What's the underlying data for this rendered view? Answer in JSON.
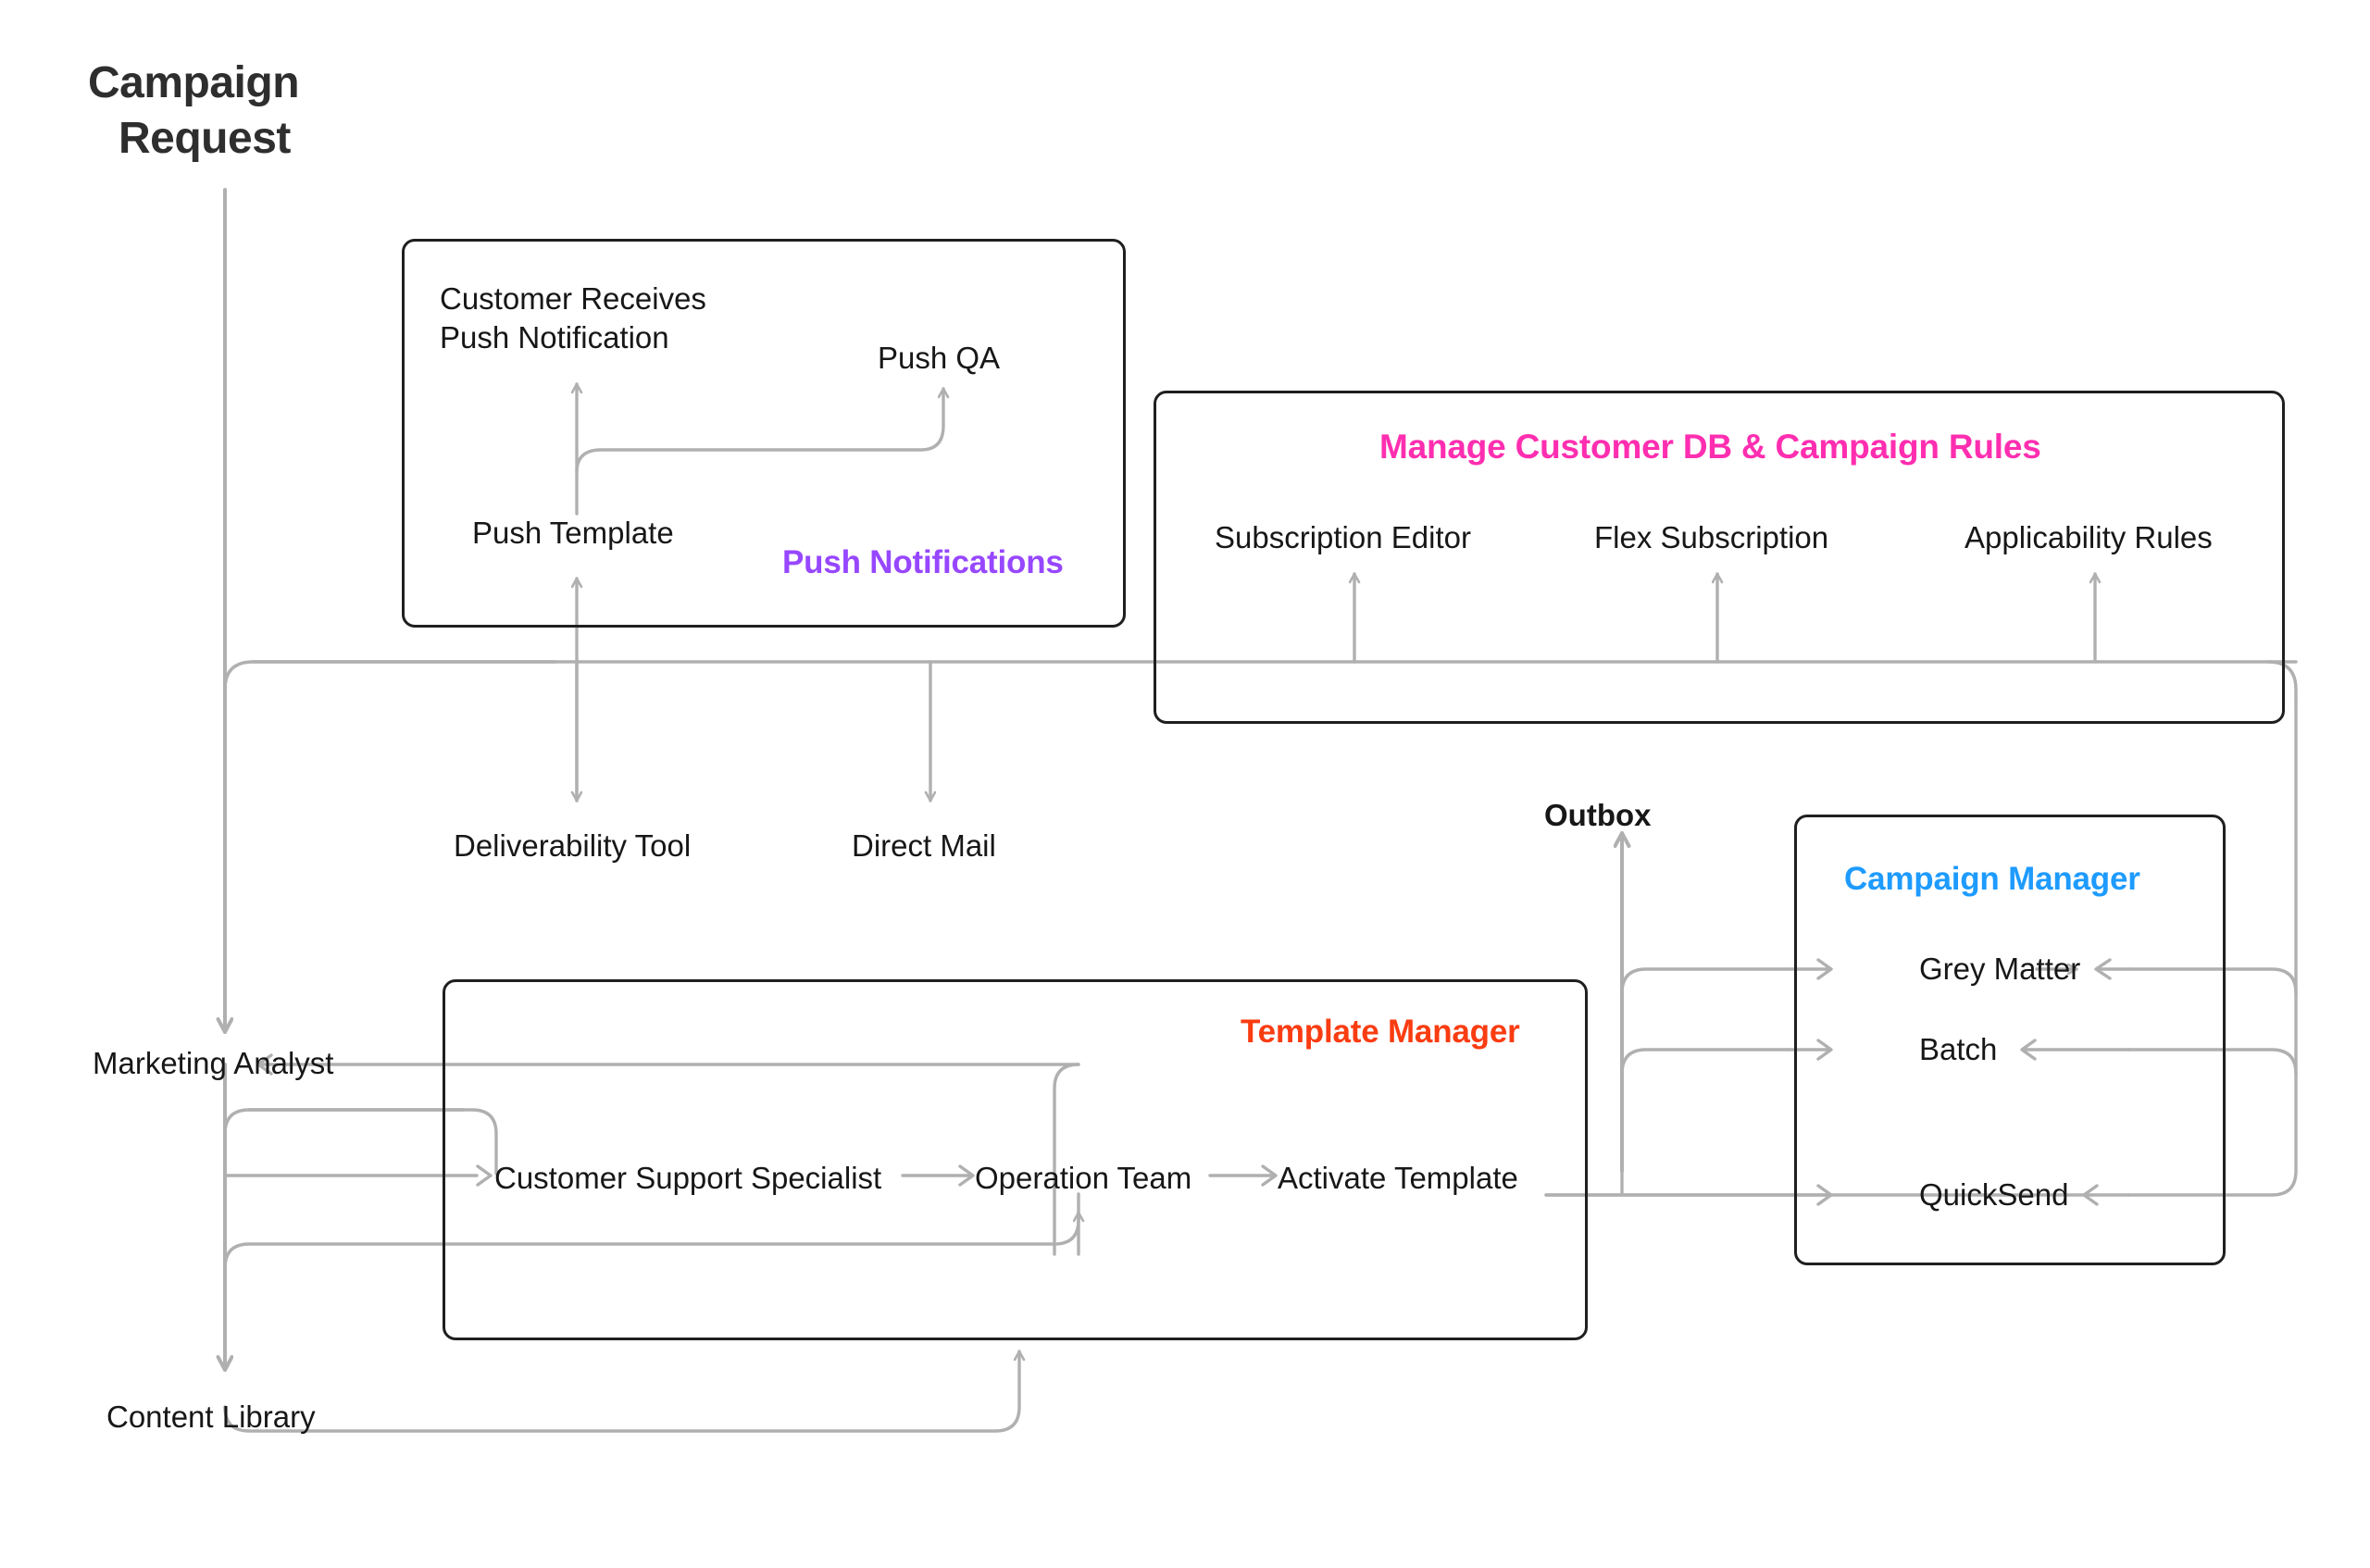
{
  "title": {
    "line1": "Campaign",
    "line2": "Request"
  },
  "colors": {
    "push_notifications": "#9747ff",
    "manage_customer_db": "#ff2eb0",
    "template_manager": "#fa3c11",
    "campaign_manager": "#1e9bff",
    "node_text": "#171717",
    "wire": "#b0b0b0",
    "group_border": "#1f1f1f",
    "title_text": "#2e2e2e",
    "background": "#ffffff"
  },
  "groups": [
    {
      "id": "push-notifications",
      "title": "Push Notifications",
      "title_color": "#9747ff",
      "nodes": [
        {
          "id": "customer-receives-push-notification",
          "label_line1": "Customer Receives",
          "label_line2": "Push Notification"
        },
        {
          "id": "push-qa",
          "label": "Push QA"
        },
        {
          "id": "push-template",
          "label": "Push Template"
        }
      ]
    },
    {
      "id": "manage-customer-db",
      "title": "Manage Customer DB & Campaign Rules",
      "title_color": "#ff2eb0",
      "nodes": [
        {
          "id": "subscription-editor",
          "label": "Subscription Editor"
        },
        {
          "id": "flex-subscription",
          "label": "Flex Subscription"
        },
        {
          "id": "applicability-rules",
          "label": "Applicability Rules"
        }
      ]
    },
    {
      "id": "template-manager",
      "title": "Template Manager",
      "title_color": "#fa3c11",
      "nodes": [
        {
          "id": "customer-support-specialist",
          "label": "Customer Support Specialist"
        },
        {
          "id": "operation-team",
          "label": "Operation Team"
        },
        {
          "id": "activate-template",
          "label": "Activate Template"
        }
      ]
    },
    {
      "id": "campaign-manager",
      "title": "Campaign Manager",
      "title_color": "#1e9bff",
      "nodes": [
        {
          "id": "grey-matter",
          "label": "Grey Matter"
        },
        {
          "id": "batch",
          "label": "Batch"
        },
        {
          "id": "quicksend",
          "label": "QuickSend"
        }
      ]
    }
  ],
  "standalone_nodes": [
    {
      "id": "deliverability-tool",
      "label": "Deliverability Tool"
    },
    {
      "id": "direct-mail",
      "label": "Direct Mail"
    },
    {
      "id": "marketing-analyst",
      "label": "Marketing Analyst"
    },
    {
      "id": "content-library",
      "label": "Content Library"
    },
    {
      "id": "outbox",
      "label": "Outbox",
      "bold": true
    }
  ],
  "chart_data": {
    "type": "diagram",
    "title": "Campaign Request",
    "nodes": [
      "Campaign Request",
      "Customer Receives Push Notification",
      "Push QA",
      "Push Template",
      "Subscription Editor",
      "Flex Subscription",
      "Applicability Rules",
      "Deliverability Tool",
      "Direct Mail",
      "Marketing Analyst",
      "Content Library",
      "Customer Support Specialist",
      "Operation Team",
      "Activate Template",
      "Outbox",
      "Grey Matter",
      "Batch",
      "QuickSend"
    ],
    "edges": [
      {
        "from": "Campaign Request",
        "to": "Marketing Analyst"
      },
      {
        "from": "Campaign Request",
        "to": "Push Template"
      },
      {
        "from": "Campaign Request",
        "to": "Deliverability Tool"
      },
      {
        "from": "Campaign Request",
        "to": "Direct Mail"
      },
      {
        "from": "Campaign Request",
        "to": "Subscription Editor"
      },
      {
        "from": "Campaign Request",
        "to": "Flex Subscription"
      },
      {
        "from": "Campaign Request",
        "to": "Applicability Rules"
      },
      {
        "from": "Push Template",
        "to": "Customer Receives Push Notification"
      },
      {
        "from": "Push Template",
        "to": "Push QA"
      },
      {
        "from": "Marketing Analyst",
        "to": "Content Library"
      },
      {
        "from": "Marketing Analyst",
        "to": "Customer Support Specialist"
      },
      {
        "from": "Marketing Analyst",
        "to": "Operation Team"
      },
      {
        "from": "Customer Support Specialist",
        "to": "Operation Team"
      },
      {
        "from": "Operation Team",
        "to": "Activate Template"
      },
      {
        "from": "Operation Team",
        "to": "Marketing Analyst"
      },
      {
        "from": "Content Library",
        "to": "Operation Team"
      },
      {
        "from": "Activate Template",
        "to": "QuickSend"
      },
      {
        "from": "Activate Template",
        "to": "Outbox"
      },
      {
        "from": "Activate Template",
        "to": "Grey Matter"
      },
      {
        "from": "Activate Template",
        "to": "Batch"
      },
      {
        "from": "Applicability Rules",
        "to": "Grey Matter"
      },
      {
        "from": "Applicability Rules",
        "to": "Batch"
      },
      {
        "from": "Applicability Rules",
        "to": "QuickSend"
      }
    ]
  }
}
